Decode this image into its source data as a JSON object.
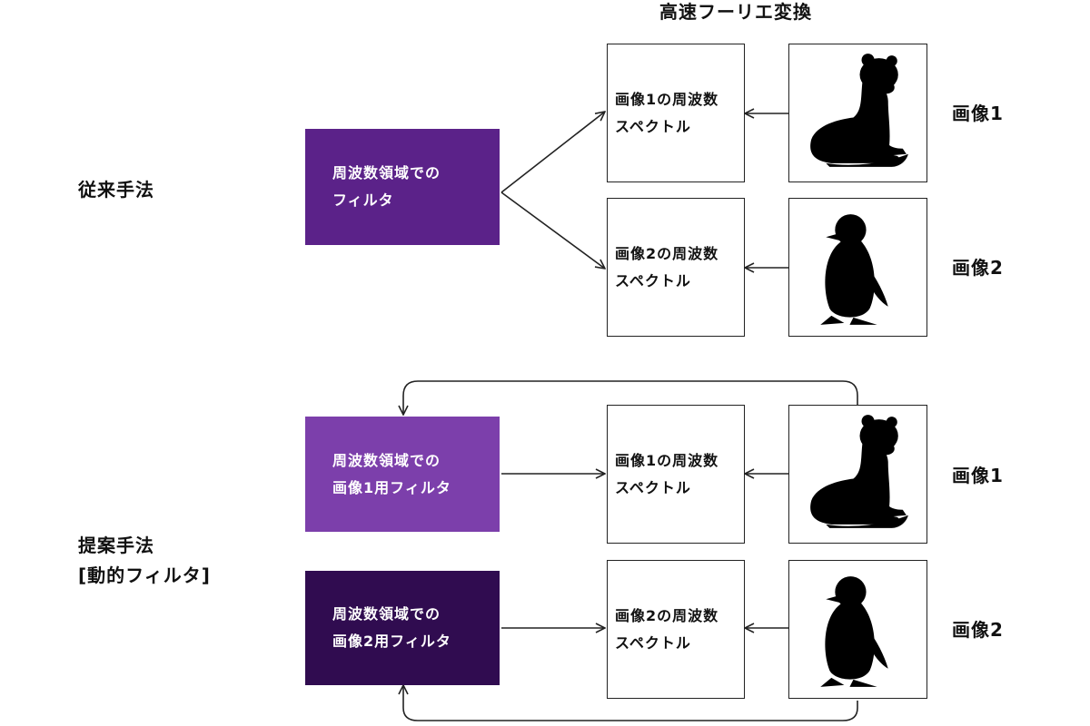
{
  "title": "高速フーリエ変換",
  "conventional": {
    "label": "従来手法",
    "filter": {
      "line1": "周波数領域での",
      "line2": "フィルタ"
    },
    "spectrum1": {
      "line1": "画像1の周波数",
      "line2": "スペクトル"
    },
    "spectrum2": {
      "line1": "画像2の周波数",
      "line2": "スペクトル"
    },
    "image1_label": "画像1",
    "image2_label": "画像2"
  },
  "proposed": {
    "label_line1": "提案手法",
    "label_line2": "[動的フィルタ]",
    "filter1": {
      "line1": "周波数領域での",
      "line2": "画像1用フィルタ"
    },
    "filter2": {
      "line1": "周波数領域での",
      "line2": "画像2用フィルタ"
    },
    "spectrum1": {
      "line1": "画像1の周波数",
      "line2": "スペクトル"
    },
    "spectrum2": {
      "line1": "画像2の周波数",
      "line2": "スペクトル"
    },
    "image1_label": "画像1",
    "image2_label": "画像2"
  },
  "icons": {
    "image1": "ferret-silhouette-icon",
    "image2": "penguin-silhouette-icon"
  },
  "colors": {
    "filter_conventional": "#5b2289",
    "filter_proposed_1": "#7c3fab",
    "filter_proposed_2": "#300c50",
    "line": "#222222"
  }
}
